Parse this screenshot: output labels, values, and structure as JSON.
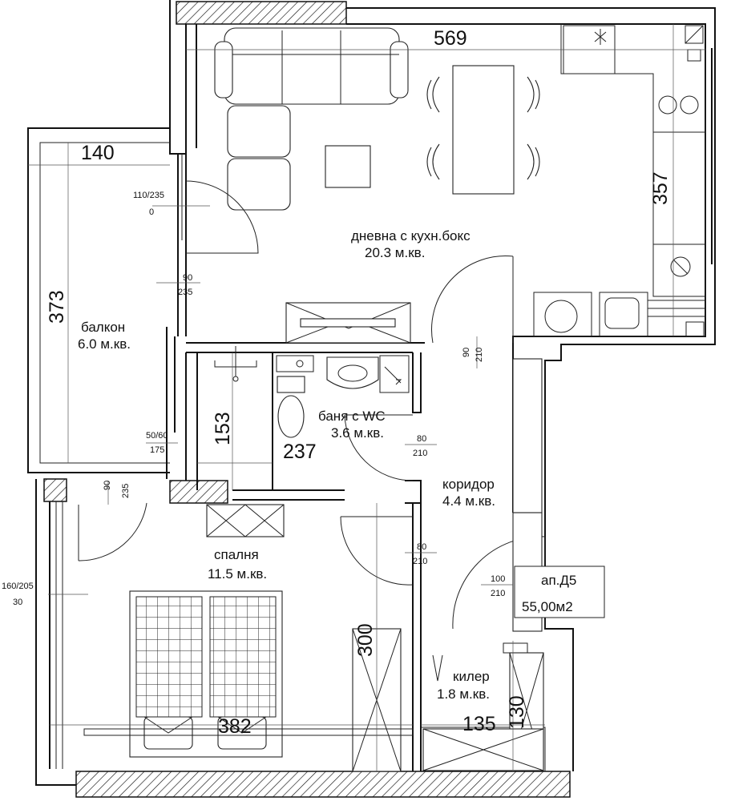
{
  "rooms": {
    "living": {
      "name": "дневна с кухн.бокс",
      "area": "20.3 м.кв."
    },
    "balcony": {
      "name": "балкон",
      "area": "6.0 м.кв."
    },
    "bath": {
      "name": "баня с WC",
      "area": "3.6 м.кв."
    },
    "corridor": {
      "name": "коридор",
      "area": "4.4 м.кв."
    },
    "bedroom": {
      "name": "спалня",
      "area": "11.5 м.кв."
    },
    "storage": {
      "name": "килер",
      "area": "1.8 м.кв."
    }
  },
  "apartment": {
    "id": "ап.Д5",
    "area": "55,00м2"
  },
  "dimensions": {
    "living_width": "569",
    "balcony_width": "140",
    "kitchen_depth": "357",
    "balcony_length": "373",
    "bath_depth": "153",
    "bath_width": "237",
    "bedroom_length": "300",
    "bedroom_width": "382",
    "storage_width": "135",
    "storage_depth": "130"
  },
  "openings": {
    "living_window": {
      "size": "110/235",
      "sill": "0"
    },
    "balcony_door": {
      "size": "90",
      "height": "235"
    },
    "bath_window": {
      "size": "50/60",
      "sill": "175"
    },
    "bedroom_balcony_door": {
      "size": "90",
      "height": "235"
    },
    "bedroom_window": {
      "size": "160/205",
      "sill": "30"
    },
    "living_door": {
      "size": "90",
      "height": "210"
    },
    "bath_door": {
      "size": "80",
      "height": "210"
    },
    "bedroom_door": {
      "size": "80",
      "height": "210"
    },
    "entrance_door": {
      "size": "100",
      "height": "210"
    }
  }
}
